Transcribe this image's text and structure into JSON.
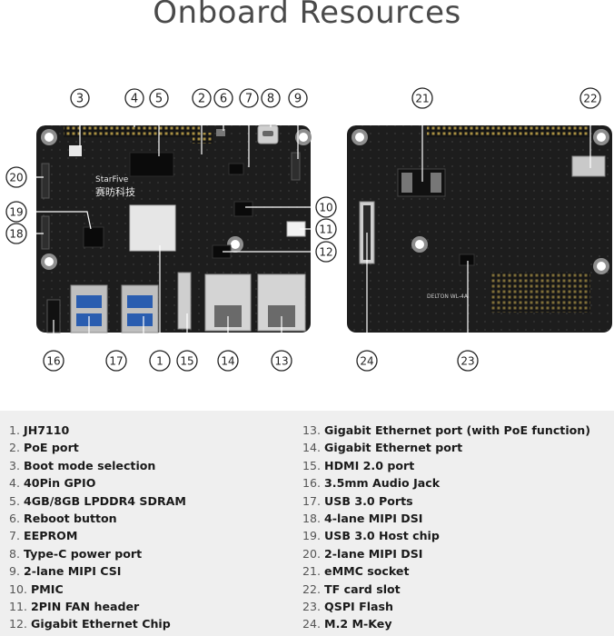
{
  "title": "Onboard Resources",
  "board_marks": {
    "brand_en": "StarFive",
    "brand_cn": "赛昉科技",
    "back_chip_text": "DELTON WL-4A"
  },
  "callout_numbers": [
    "1",
    "2",
    "3",
    "4",
    "5",
    "6",
    "7",
    "8",
    "9",
    "10",
    "11",
    "12",
    "13",
    "14",
    "15",
    "16",
    "17",
    "18",
    "19",
    "20",
    "21",
    "22",
    "23",
    "24"
  ],
  "legend": {
    "left": [
      {
        "num": "1.",
        "text": "JH7110"
      },
      {
        "num": "2.",
        "text": "PoE port"
      },
      {
        "num": "3.",
        "text": "Boot mode selection"
      },
      {
        "num": "4.",
        "text": "40Pin GPIO"
      },
      {
        "num": "5.",
        "text": "4GB/8GB LPDDR4 SDRAM"
      },
      {
        "num": "6.",
        "text": "Reboot button"
      },
      {
        "num": "7.",
        "text": "EEPROM"
      },
      {
        "num": "8.",
        "text": "Type-C power port"
      },
      {
        "num": "9.",
        "text": "2-lane MIPI CSI"
      },
      {
        "num": "10.",
        "text": "PMIC"
      },
      {
        "num": "11.",
        "text": "2PIN FAN header"
      },
      {
        "num": "12.",
        "text": "Gigabit Ethernet Chip"
      }
    ],
    "right": [
      {
        "num": "13.",
        "text": "Gigabit Ethernet port (with PoE function)"
      },
      {
        "num": "14.",
        "text": "Gigabit Ethernet port"
      },
      {
        "num": "15.",
        "text": "HDMI 2.0 port"
      },
      {
        "num": "16.",
        "text": "3.5mm Audio Jack"
      },
      {
        "num": "17.",
        "text": "USB 3.0 Ports"
      },
      {
        "num": "18.",
        "text": "4-lane MIPI DSI"
      },
      {
        "num": "19.",
        "text": "USB 3.0 Host chip"
      },
      {
        "num": "20.",
        "text": "2-lane MIPI DSI"
      },
      {
        "num": "21.",
        "text": "eMMC socket"
      },
      {
        "num": "22.",
        "text": "TF card slot"
      },
      {
        "num": "23.",
        "text": "QSPI Flash"
      },
      {
        "num": "24.",
        "text": "M.2 M-Key"
      }
    ]
  }
}
